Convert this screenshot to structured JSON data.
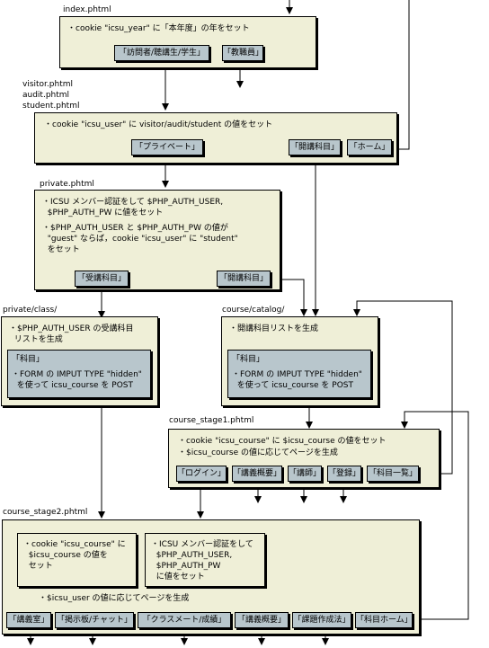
{
  "labels": {
    "index": "index.phtml",
    "visitor": "visitor.phtml",
    "audit": "audit.phtml",
    "student": "student.phtml",
    "private": "private.phtml",
    "private_class": "private/class/",
    "course_catalog": "course/catalog/",
    "course_stage1": "course_stage1.phtml",
    "course_stage2": "course_stage2.phtml"
  },
  "index_box": {
    "text": "・cookie \"icsu_year\" に「本年度」の年をセット",
    "btn_visitor": "「訪問者/聴講生/学生」",
    "btn_staff": "「教職員」"
  },
  "user_box": {
    "text": "・cookie \"icsu_user\" に visitor/audit/student の値をセット",
    "btn_private": "「プライベート」",
    "btn_courses": "「開講科目」",
    "btn_home": "「ホーム」"
  },
  "private_box": {
    "line1": "・ICSU メンバー認証をして $PHP_AUTH_USER,",
    "line2": "  $PHP_AUTH_PW に値をセット",
    "line3": "・$PHP_AUTH_USER と $PHP_AUTH_PW の値が",
    "line4": "  \"guest\" ならば，cookie \"icsu_user\" に \"student\"",
    "line5": "  をセット",
    "btn_enrolled": "「受講科目」",
    "btn_courses": "「開講科目」"
  },
  "class_box": {
    "line1": "・$PHP_AUTH_USER の受講科目",
    "line2": "  リストを生成",
    "sub_title": "「科目」",
    "sub_line1": "・FORM の IMPUT TYPE \"hidden\"",
    "sub_line2": "  を使って icsu_course を POST"
  },
  "catalog_box": {
    "line1": "・開講科目リストを生成",
    "sub_title": "「科目」",
    "sub_line1": "・FORM の IMPUT TYPE \"hidden\"",
    "sub_line2": "  を使って icsu_course を POST"
  },
  "stage1_box": {
    "line1": "・cookie \"icsu_course\" に $icsu_course の値をセット",
    "line2": "・$icsu_course の値に応じてページを生成",
    "buttons": [
      "「ログイン」",
      "「講義概要」",
      "「講師」",
      "「登録」",
      "「科目一覧」"
    ]
  },
  "stage2_box": {
    "left_line1": "・cookie \"icsu_course\" に",
    "left_line2": "  $icsu_course の値を",
    "left_line3": "  セット",
    "right_line1": "・ICSU メンバー認証をして",
    "right_line2": "  $PHP_AUTH_USER,",
    "right_line3": "  $PHP_AUTH_PW",
    "right_line4": "  に値をセット",
    "line": "・$icsu_user の値に応じてページを生成",
    "buttons": [
      "「講義室」",
      "「掲示板/チャット」",
      "「クラスメート/成績」",
      "「講義概要」",
      "「課題作成法」",
      "「科目ホーム」"
    ]
  }
}
